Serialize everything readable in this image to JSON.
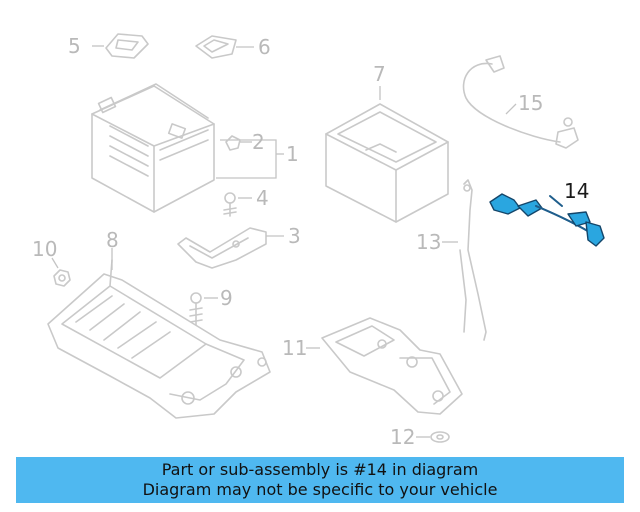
{
  "callouts": {
    "n1": "1",
    "n2": "2",
    "n3": "3",
    "n4": "4",
    "n5": "5",
    "n6": "6",
    "n7": "7",
    "n8": "8",
    "n9": "9",
    "n10": "10",
    "n11": "11",
    "n12": "12",
    "n13": "13",
    "n14": "14",
    "n15": "15"
  },
  "highlighted_part": "14",
  "banner": {
    "line1": "Part or sub-assembly is #14 in diagram",
    "line2": "Diagram may not be specific to your vehicle"
  },
  "colors": {
    "highlight": "#2aa6e0",
    "banner": "#4fb8f0",
    "parts": "#c9c9c9"
  }
}
